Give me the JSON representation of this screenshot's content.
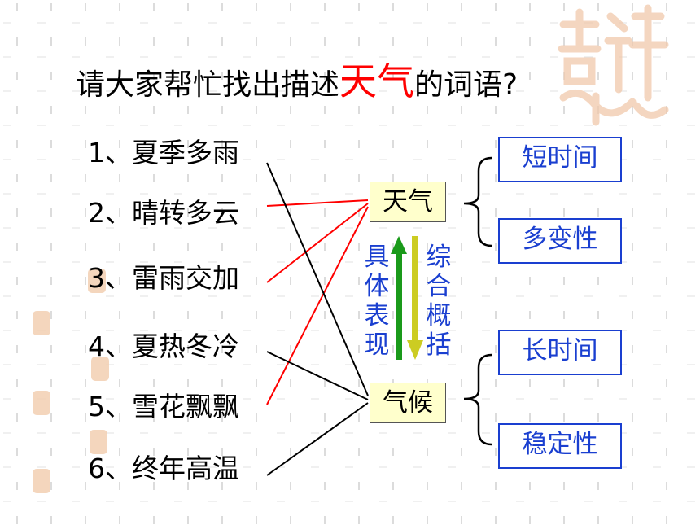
{
  "title": {
    "before": "请大家帮忙找出描述",
    "highlight": "天气",
    "after": "的词语?"
  },
  "items": [
    "1、夏季多雨",
    "2、晴转多云",
    "3、雷雨交加",
    "4、夏热冬冷",
    "5、雪花飘飘",
    "6、终年高温"
  ],
  "center": {
    "weather": "天气",
    "climate": "气候",
    "left_label": "具体表现",
    "right_label": "综合概括"
  },
  "weather_traits": [
    "短时间",
    "多变性"
  ],
  "climate_traits": [
    "长时间",
    "稳定性"
  ],
  "colors": {
    "highlight": "#ff0000",
    "trait_blue": "#1a3fd0",
    "center_box_fill": "#ffffcc",
    "line_weather": "#ff0000",
    "line_climate": "#000000",
    "arrow_up": "#1a9a1a",
    "arrow_down": "#cccc22"
  }
}
